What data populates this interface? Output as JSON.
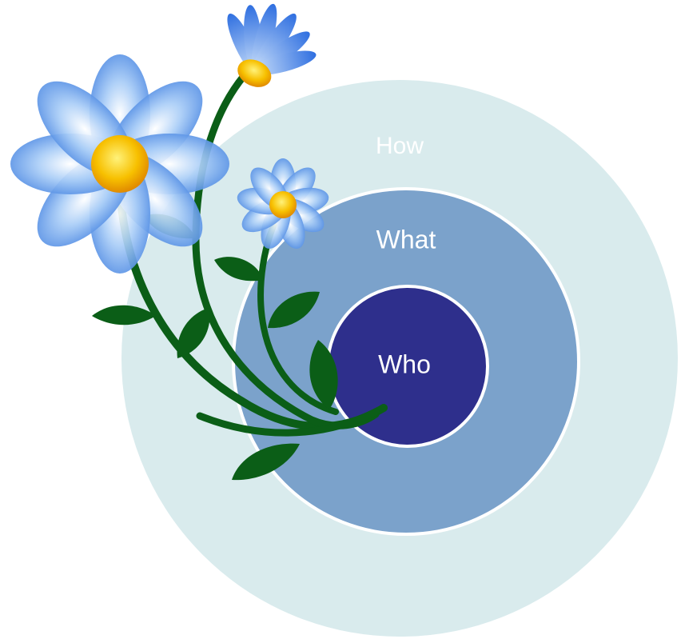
{
  "diagram": {
    "type": "concentric-circles",
    "rings": [
      {
        "label": "How",
        "color": "#d9ebed",
        "label_color": "#ffffff"
      },
      {
        "label": "What",
        "color": "#7ba2cb",
        "label_color": "#ffffff"
      },
      {
        "label": "Who",
        "color": "#2e2f8c",
        "label_color": "#ffffff"
      }
    ],
    "ring_border_color": "#ffffff"
  },
  "decoration": {
    "image": "blue-flowers-illustration",
    "flower_color": "#4f8fe8",
    "flower_center_color": "#f5b800",
    "leaf_color": "#0b5e17"
  }
}
